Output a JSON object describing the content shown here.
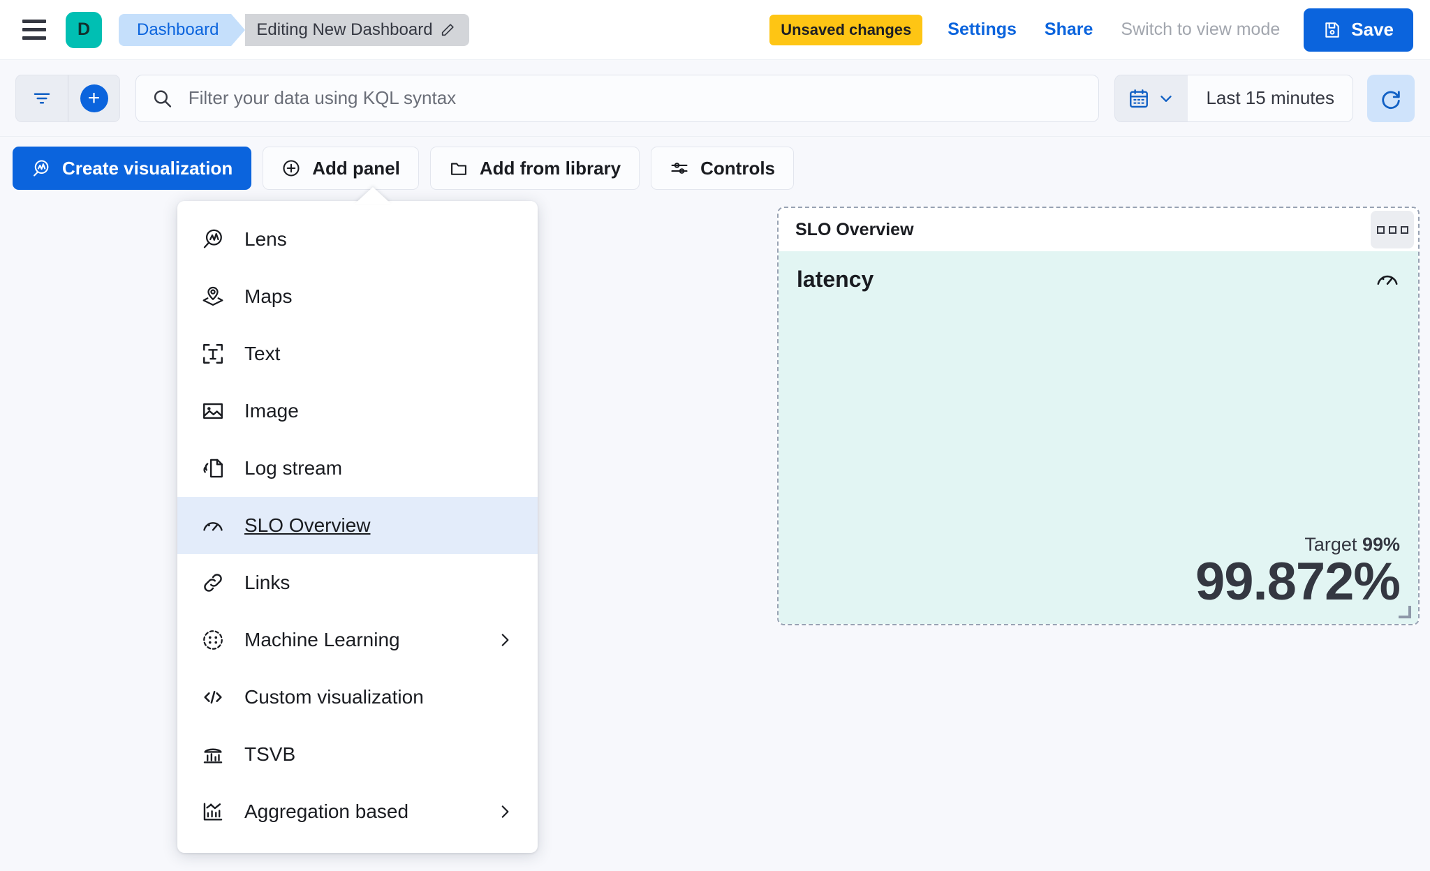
{
  "header": {
    "menu_icon": "hamburger-icon",
    "space_initial": "D",
    "breadcrumbs": [
      {
        "label": "Dashboard",
        "icon": ""
      },
      {
        "label": "Editing New Dashboard",
        "icon": "pencil-icon"
      }
    ],
    "unsaved_badge": "Unsaved changes",
    "settings_link": "Settings",
    "share_link": "Share",
    "view_mode_link": "Switch to view mode",
    "save_label": "Save",
    "save_icon": "save-disk-icon",
    "accent_blue": "#0b64dd",
    "badge_yellow": "#fec514",
    "space_teal": "#00bfb3"
  },
  "querybar": {
    "filter_icon": "filter-icon",
    "add_filter_icon": "plus-circle-icon",
    "search_icon": "search-icon",
    "search_value": "",
    "search_placeholder": "Filter your data using KQL syntax",
    "calendar_icon": "calendar-icon",
    "calendar_chevron": "chevron-down-icon",
    "time_range": "Last 15 minutes",
    "refresh_icon": "refresh-icon"
  },
  "toolbar": {
    "buttons": [
      {
        "label": "Create visualization",
        "icon": "lens-icon",
        "primary": true
      },
      {
        "label": "Add panel",
        "icon": "plus-circle-outline-icon",
        "primary": false
      },
      {
        "label": "Add from library",
        "icon": "folder-icon",
        "primary": false
      },
      {
        "label": "Controls",
        "icon": "controls-sliders-icon",
        "primary": false
      }
    ]
  },
  "add_panel_menu": {
    "items": [
      {
        "label": "Lens",
        "icon": "lens-icon",
        "selected": false,
        "submenu": false
      },
      {
        "label": "Maps",
        "icon": "map-marker-layers-icon",
        "selected": false,
        "submenu": false
      },
      {
        "label": "Text",
        "icon": "text-box-icon",
        "selected": false,
        "submenu": false
      },
      {
        "label": "Image",
        "icon": "image-icon",
        "selected": false,
        "submenu": false
      },
      {
        "label": "Log stream",
        "icon": "log-stream-icon",
        "selected": false,
        "submenu": false
      },
      {
        "label": "SLO Overview",
        "icon": "gauge-icon",
        "selected": true,
        "submenu": false
      },
      {
        "label": "Links",
        "icon": "link-chain-icon",
        "selected": false,
        "submenu": false
      },
      {
        "label": "Machine Learning",
        "icon": "machine-learning-icon",
        "selected": false,
        "submenu": true
      },
      {
        "label": "Custom visualization",
        "icon": "code-brackets-icon",
        "selected": false,
        "submenu": false
      },
      {
        "label": "TSVB",
        "icon": "tsvb-chart-icon",
        "selected": false,
        "submenu": false
      },
      {
        "label": "Aggregation based",
        "icon": "aggregation-chart-icon",
        "selected": false,
        "submenu": true
      }
    ],
    "selected_bg": "#e3ecfa"
  },
  "slo_panel": {
    "panel_title": "SLO Overview",
    "context_menu_icon": "ellipsis-horizontal-icon",
    "slo_name": "latency",
    "gauge_icon": "gauge-icon",
    "target_label": "Target",
    "target_value": "99%",
    "sli_value": "99.872%",
    "body_bg": "#e2f5f3",
    "resize_handle_icon": "resize-corner-icon"
  }
}
